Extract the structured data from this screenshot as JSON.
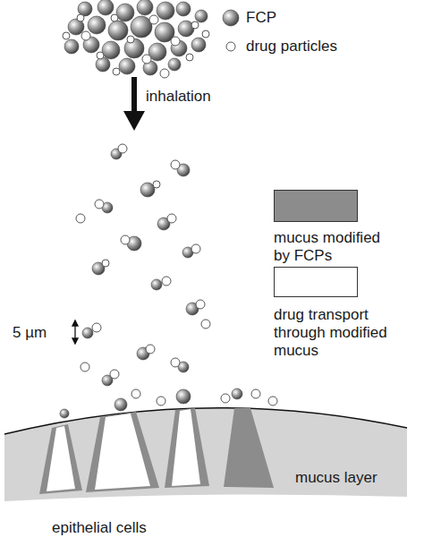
{
  "diagram": {
    "labels": [
      "inhalation",
      "5 µm",
      "mucus layer",
      "epithelial cells"
    ],
    "legend": [
      {
        "text": "FCP"
      },
      {
        "text": "drug particles"
      },
      {
        "text": "mucus modified by FCPs",
        "color": "#8c8c8c"
      },
      {
        "text": "drug transport through modified mucus",
        "color": "#ffffff"
      }
    ]
  }
}
